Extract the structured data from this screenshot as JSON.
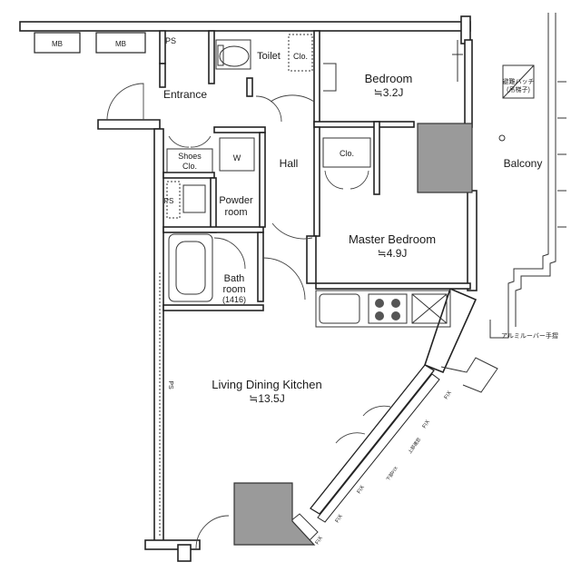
{
  "rooms": {
    "entrance": "Entrance",
    "toilet": "Toilet",
    "toilet_closet": "Clo.",
    "bedroom": "Bedroom",
    "bedroom_area": "≒3.2J",
    "hall": "Hall",
    "shoes_closet_line1": "Shoes",
    "shoes_closet_line2": "Clo.",
    "washer": "W",
    "closet": "Clo.",
    "balcony": "Balcony",
    "powder_room_line1": "Powder",
    "powder_room_line2": "room",
    "master_bedroom": "Master Bedroom",
    "master_bedroom_area": "≒4.9J",
    "bath_room_line1": "Bath",
    "bath_room_line2": "room",
    "bath_size": "(1416)",
    "ldk": "Living Dining Kitchen",
    "ldk_area": "≒13.5J"
  },
  "labels": {
    "mb_1": "MB",
    "mb_2": "MB",
    "ps_top": "PS",
    "ps_side": "PS",
    "ps_ldk": "PS",
    "hatch_line1": "避難ハッチ",
    "hatch_line2": "(吊梯子)",
    "louver_note": "アルミルーバー手摺",
    "fix": [
      "FIX",
      "FIX",
      "FIX",
      "FIX",
      "FIX"
    ],
    "sliding_1": "上部連窓",
    "sliding_2": "下部FIX"
  }
}
